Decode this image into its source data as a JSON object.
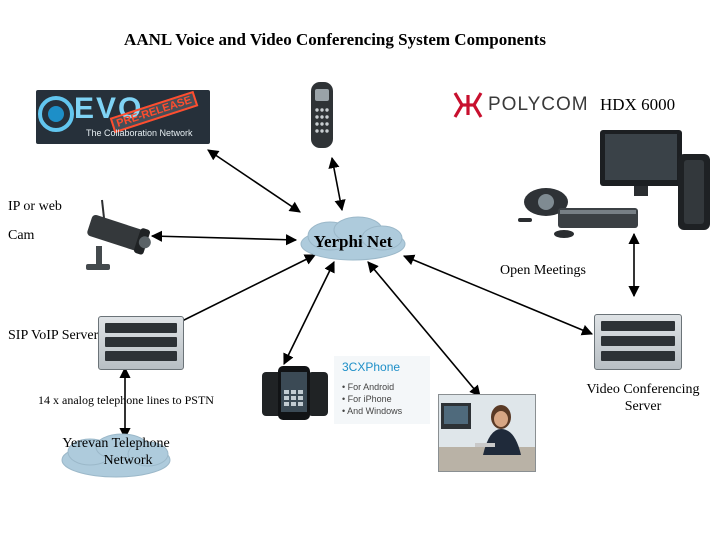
{
  "title": "AANL Voice and Video Conferencing System Components",
  "evo": {
    "logo_text": "EVO",
    "badge": "PRE-RELEASE",
    "tagline": "The Collaboration Network"
  },
  "polycom": {
    "brand": "POLYCOM",
    "model": "HDX 6000"
  },
  "labels": {
    "ip_cam_line1": "IP or web",
    "ip_cam_line2": "Cam",
    "hub": "Yerphi Net",
    "open_meetings": "Open Meetings",
    "sip_server": "SIP VoIP Server",
    "analog_lines": "14 x analog telephone lines to PSTN",
    "pstn_cloud_line1": "Yerevan Telephone",
    "pstn_cloud_line2": "Network",
    "vc_server_line1": "Video Conferencing",
    "vc_server_line2": "Server"
  },
  "threecx": {
    "title": "3CXPhone",
    "items": [
      "• For Android",
      "• For iPhone",
      "• And Windows"
    ]
  },
  "colors": {
    "cloud": "#aecbdc",
    "evo_bg": "#26303a",
    "polycom_red": "#c8102e",
    "arrow": "#000000"
  }
}
